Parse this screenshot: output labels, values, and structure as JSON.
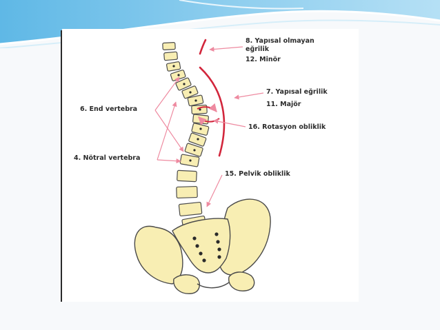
{
  "labels": {
    "nonstructural_line1": "8. Yapısal olmayan",
    "nonstructural_line2": "eğrilik",
    "minor": "12. Minör",
    "structural_line1": "7. Yapısal eğrilik",
    "major": "11. Majör",
    "end_vertebra": "6. End vertebra",
    "rotation": "16. Rotasyon obliklik",
    "neutral_vertebra": "4. Nötral vertebra",
    "pelvic": "15. Pelvik obliklik"
  },
  "colors": {
    "bone": "#f8eeb3",
    "bone_outline": "#4a4a4a",
    "curve": "#d2263c",
    "arrow": "#ee8aa0",
    "header_blue": "#9fd1ec"
  }
}
